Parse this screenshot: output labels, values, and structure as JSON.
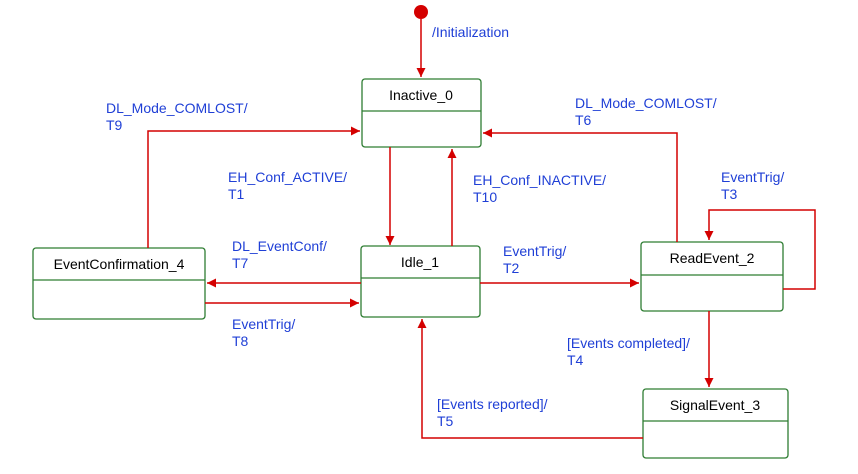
{
  "colors": {
    "state_border": "#2e7d32",
    "transition": "#d40000",
    "label": "#1f3fd6",
    "initial_dot": "#d40000"
  },
  "states": {
    "inactive": "Inactive_0",
    "idle": "Idle_1",
    "readevent": "ReadEvent_2",
    "signalevent": "SignalEvent_3",
    "eventconfirmation": "EventConfirmation_4"
  },
  "transitions": {
    "init": "/Initialization",
    "t1": [
      "EH_Conf_ACTIVE/",
      "T1"
    ],
    "t2": [
      "EventTrig/",
      "T2"
    ],
    "t3": [
      "EventTrig/",
      "T3"
    ],
    "t4": [
      "[Events completed]/",
      "T4"
    ],
    "t5": [
      "[Events reported]/",
      "T5"
    ],
    "t6": [
      "DL_Mode_COMLOST/",
      "T6"
    ],
    "t7": [
      "DL_EventConf/",
      "T7"
    ],
    "t8": [
      "EventTrig/",
      "T8"
    ],
    "t9": [
      "DL_Mode_COMLOST/",
      "T9"
    ],
    "t10": [
      "EH_Conf_INACTIVE/",
      "T10"
    ]
  }
}
